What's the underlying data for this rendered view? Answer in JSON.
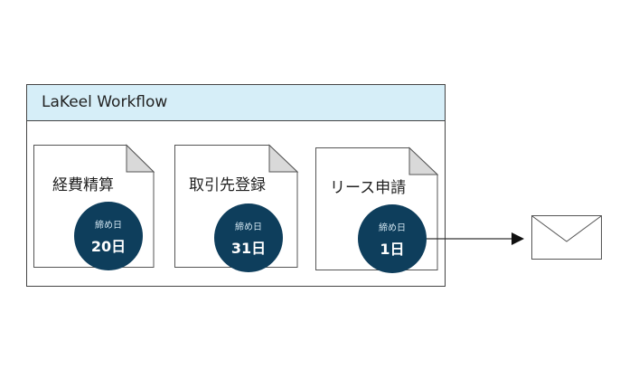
{
  "workflow": {
    "title": "LaKeel Workflow",
    "header_color": "#d6eef8",
    "documents": [
      {
        "label": "経費精算",
        "badge_top": "締め日",
        "badge_value": "20日"
      },
      {
        "label": "取引先登録",
        "badge_top": "締め日",
        "badge_value": "31日"
      },
      {
        "label": "リース申請",
        "badge_top": "締め日",
        "badge_value": "1日"
      }
    ]
  },
  "badge_color": "#0e3e5c",
  "output_icon": "envelope-icon"
}
